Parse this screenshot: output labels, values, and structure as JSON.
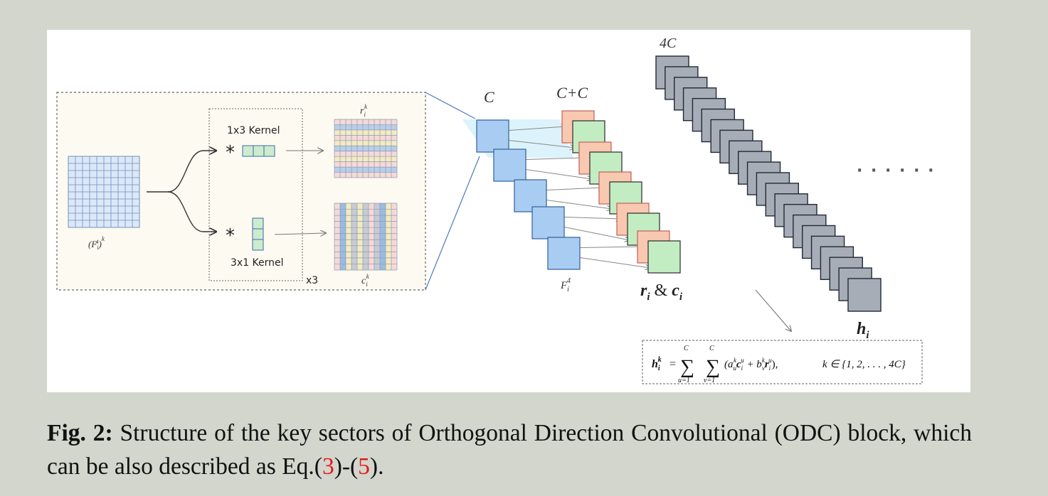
{
  "figure": {
    "kernel_1x3_label": "1x3 Kernel",
    "kernel_3x1_label": "3x1 Kernel",
    "repeat_label": "x3",
    "input_label_base": "F",
    "input_label_sub": "i",
    "input_label_sup": "4",
    "input_label_outer_sup": "k",
    "row_output_base": "r",
    "row_output_sub": "i",
    "row_output_sup": "k",
    "col_output_base": "c",
    "col_output_sub": "i",
    "col_output_sup": "k",
    "channel_c_label": "C",
    "channel_cc_label": "C+C",
    "channel_4c_label": "4C",
    "feature_label_base": "F",
    "feature_label_sub": "i",
    "feature_label_sup": "4",
    "ri_ci_r": "r",
    "ri_ci_amp": " & ",
    "ri_ci_c": "c",
    "ri_ci_sub": "i",
    "hi_base": "h",
    "hi_sub": "i",
    "ellipsis": "· · · · · ·",
    "equation": {
      "lhs_base": "h",
      "lhs_sub": "i",
      "lhs_sup": "k",
      "eq": "=",
      "sum_top": "C",
      "sum1_bottom": "u=1",
      "sum2_bottom": "v=1",
      "sigma": "∑",
      "body_open": "(a",
      "a_sub": "u",
      "a_sup": "k",
      "c_base": "c",
      "c_sub": "i",
      "c_sup": "u",
      "plus": " + b",
      "b_sub": "v",
      "b_sup": "k",
      "r_base": "r",
      "r_sub": "i",
      "r_sup": "u",
      "body_close": "),",
      "k_set": "k ∈ {1, 2, . . . , 4C}"
    },
    "colors": {
      "input_grid_fill": "#dce8f7",
      "input_grid_line": "#6e8fc4",
      "panel_fill": "#fdfaf1",
      "kernel_fill": "#cdeccd",
      "row_blue": "#b9cfe9",
      "row_yellow": "#f4ebbf",
      "row_pink": "#f6d9d7",
      "stripe_blue": "#9bbce2",
      "stripe_grey": "#c8ccd2",
      "f_block_fill": "#a9cdf2",
      "f_block_stroke": "#3b6aa0",
      "pink_block": "#f8c8b1",
      "green_block": "#c2edc2",
      "h_block_fill": "#a7adb6",
      "h_block_stroke": "#202a36",
      "highlight": "#d6f1fb"
    }
  },
  "caption": {
    "fig_label": "Fig. 2:",
    "text_before_ref1": " Structure of the key sectors of Orthogonal Direction Convolutional (ODC) block, which can be also described as Eq.(",
    "ref1": "3",
    "text_between": ")-(",
    "ref2": "5",
    "text_after": ")."
  }
}
